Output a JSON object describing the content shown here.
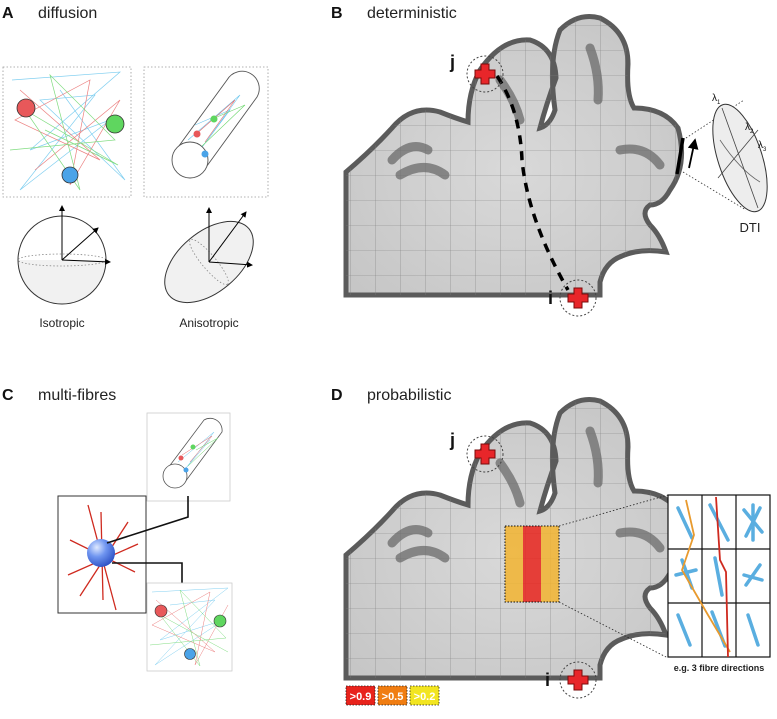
{
  "panels": {
    "A": {
      "letter": "A",
      "title": "diffusion",
      "isotropic": "Isotropic",
      "anisotropic": "Anisotropic"
    },
    "B": {
      "letter": "B",
      "title": "deterministic",
      "point_j": "j",
      "point_i": "i",
      "tensor_label": "DTI",
      "lambda1": "λ",
      "lambda2": "λ",
      "lambda3": "λ",
      "sub1": "1",
      "sub2": "2",
      "sub3": "3"
    },
    "C": {
      "letter": "C",
      "title": "multi-fibres"
    },
    "D": {
      "letter": "D",
      "title": "probabilistic",
      "point_j": "j",
      "point_i": "i",
      "inset_caption": "e.g. 3 fibre directions"
    }
  },
  "legend": [
    {
      "label": ">0.9",
      "color": "#e8231c"
    },
    {
      "label": ">0.5",
      "color": "#f07d12"
    },
    {
      "label": ">0.2",
      "color": "#f2e521"
    }
  ],
  "colors": {
    "red_particle": "#e8585a",
    "green_particle": "#5fd65f",
    "blue_particle": "#4aa3e8",
    "cross": "#e8262a",
    "fibre_red": "#cf2a1f",
    "fibre_orange": "#e89a2e",
    "fibre_blue": "#5aaee0",
    "sphere": "#4f7de6"
  }
}
